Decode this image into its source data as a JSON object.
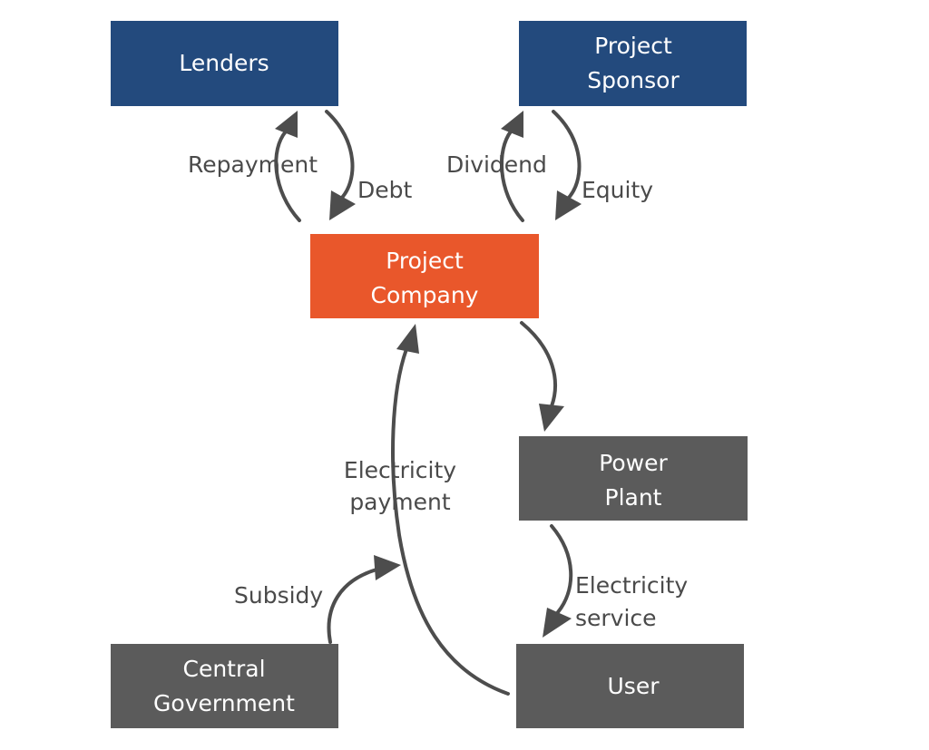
{
  "colors": {
    "finance_box": "#234a7d",
    "company_box": "#e9572b",
    "operations_box": "#5b5b5b",
    "arrow": "#4d4d4d",
    "label_text": "#4a4a4a"
  },
  "nodes": {
    "lenders": {
      "lines": [
        "Lenders"
      ]
    },
    "sponsor": {
      "lines": [
        "Project",
        "Sponsor"
      ]
    },
    "company": {
      "lines": [
        "Project",
        "Company"
      ]
    },
    "power_plant": {
      "lines": [
        "Power",
        "Plant"
      ]
    },
    "central_government": {
      "lines": [
        "Central",
        "Government"
      ]
    },
    "user": {
      "lines": [
        "User"
      ]
    }
  },
  "flows": {
    "repayment": "Repayment",
    "debt": "Debt",
    "dividend": "Dividend",
    "equity": "Equity",
    "electricity_payment": [
      "Electricity",
      "payment"
    ],
    "electricity_service": [
      "Electricity",
      "service"
    ],
    "subsidy": "Subsidy"
  }
}
